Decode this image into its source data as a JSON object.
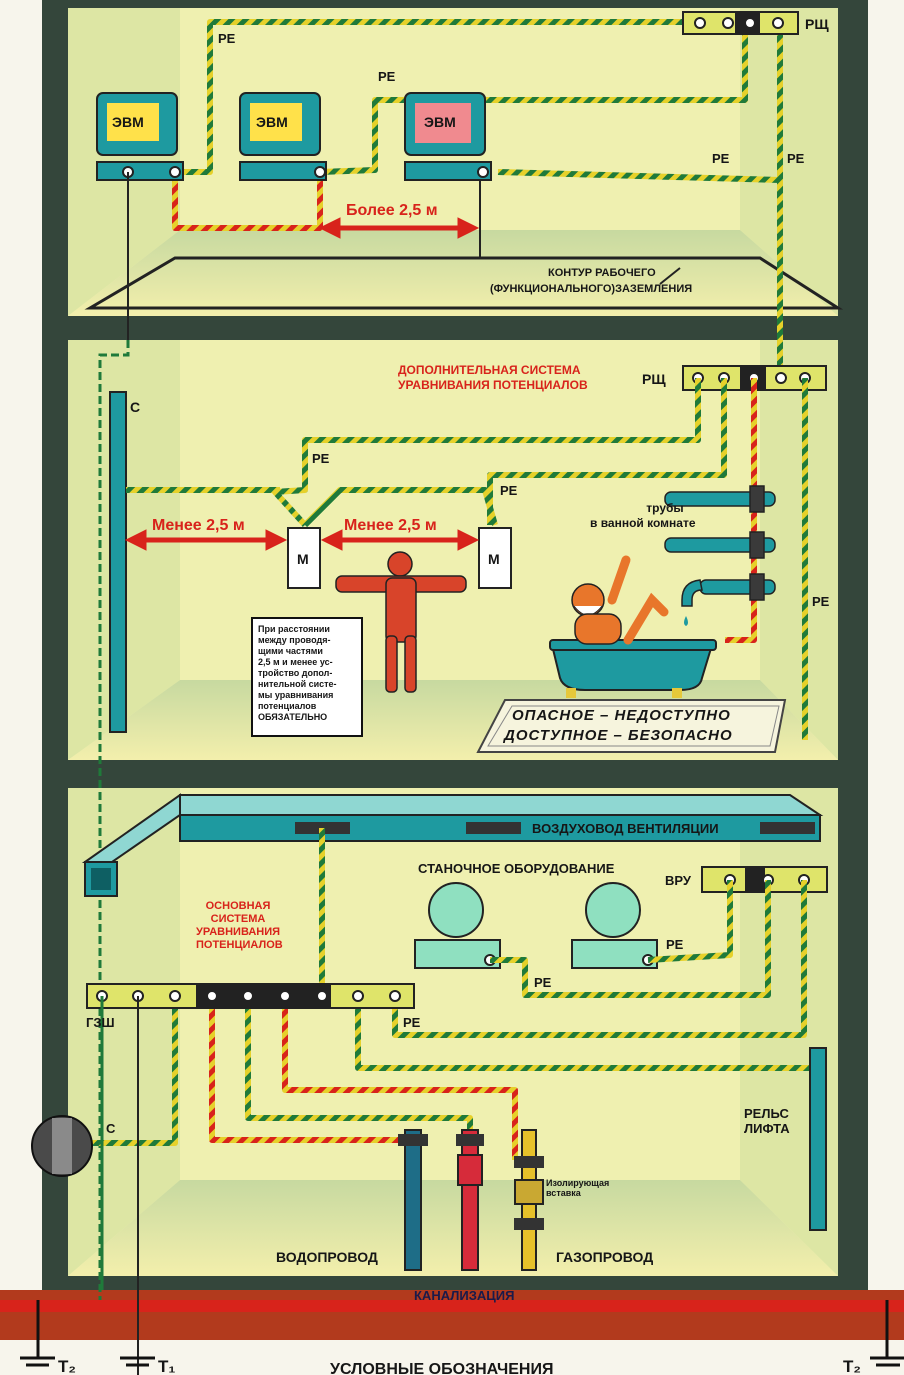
{
  "labels": {
    "pe": "PE",
    "rsch": "РЩ",
    "evm": "ЭВМ",
    "more_than": "Более 2,5 м",
    "contour_line1": "КОНТУР РАБОЧЕГО",
    "contour_line2": "(ФУНКЦИОНАЛЬНОГО)ЗАЗЕМЛЕНИЯ",
    "additional_line1": "ДОПОЛНИТЕЛЬНАЯ СИСТЕМА",
    "additional_line2": "УРАВНИВАНИЯ ПОТЕНЦИАЛОВ",
    "c": "С",
    "less_than": "Менее 2,5 м",
    "m": "М",
    "pipes_line1": "трубы",
    "pipes_line2": "в ванной комнате",
    "note": [
      "При расстоянии",
      "между проводя-",
      "щими частями",
      "2,5 м и менее ус-",
      "тройство допол-",
      "нительной систе-",
      "мы уравнивания",
      "потенциалов",
      "ОБЯЗАТЕЛЬНО"
    ],
    "mat_line1": "ОПАСНОЕ – НЕДОСТУПНО",
    "mat_line2": "ДОСТУПНОЕ – БЕЗОПАСНО",
    "duct": "ВОЗДУХОВОД ВЕНТИЛЯЦИИ",
    "machines": "СТАНОЧНОЕ ОБОРУДОВАНИЕ",
    "vru": "ВРУ",
    "main_line1": "ОСНОВНАЯ",
    "main_line2": "СИСТЕМА",
    "main_line3": "УРАВНИВАНИЯ",
    "main_line4": "ПОТЕНЦИАЛОВ",
    "gzsh": "ГЗШ",
    "rail_line1": "РЕЛЬС",
    "rail_line2": "ЛИФТА",
    "insulating_line1": "Изолирующая",
    "insulating_line2": "вставка",
    "water": "ВОДОПРОВОД",
    "gas": "ГАЗОПРОВОД",
    "sewer": "КАНАЛИЗАЦИЯ",
    "legend": "УСЛОВНЫЕ ОБОЗНАЧЕНИЯ",
    "t1": "Т₁",
    "t2": "Т₂"
  },
  "colors": {
    "wall": "#2f4037",
    "room": "#f3f0ad",
    "equipment": "#1e9aa0",
    "wire_yellow": "#e6d12a",
    "wire_green": "#1f7a3a",
    "red_accent": "#d8231b",
    "busbar": "#dfe46a"
  }
}
